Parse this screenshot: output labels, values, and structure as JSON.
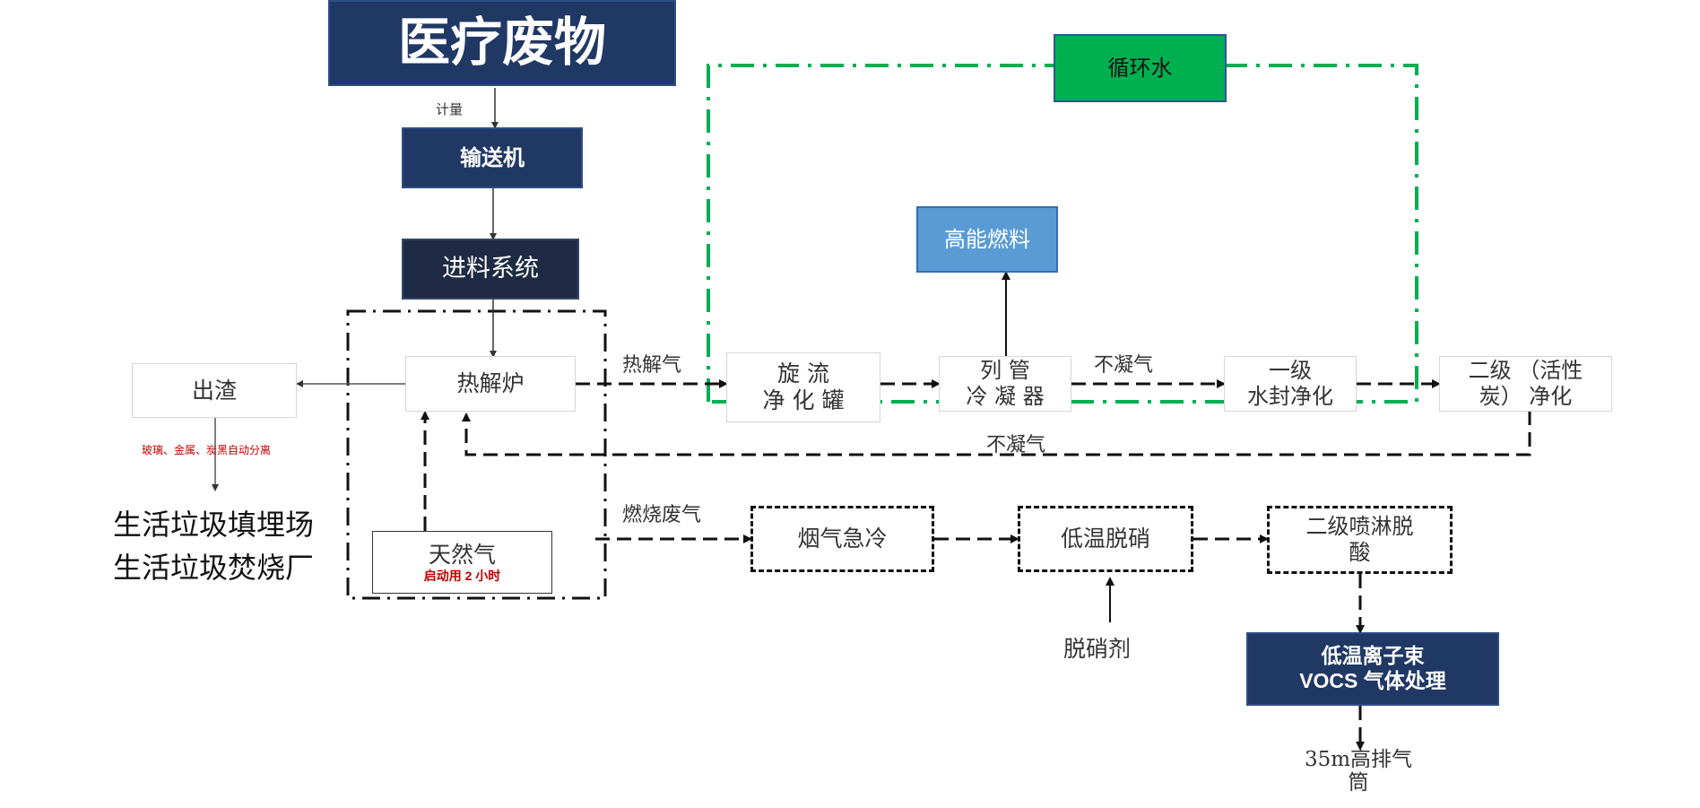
{
  "title": "医疗废物",
  "nodes": {
    "conveyor": "输送机",
    "feed_system": "进料系统",
    "pyrolysis_furnace": "热解炉",
    "slag": "出渣",
    "cyclone_tank": [
      "旋 流",
      "净 化 罐"
    ],
    "tube_condenser": [
      "列 管",
      "冷 凝 器"
    ],
    "primary_water_seal": [
      "一级",
      "水封净化"
    ],
    "secondary_carbon": [
      "二级 （活性",
      "炭） 净化"
    ],
    "high_energy_fuel": "高能燃料",
    "circulating_water": "循环水",
    "natural_gas": "天然气",
    "natural_gas_note": "启动用 2 小时",
    "flue_quench": "烟气急冷",
    "low_temp_denitration": "低温脱硝",
    "secondary_spray_deacid": [
      "二级喷淋脱",
      "酸"
    ],
    "vocs_treatment": [
      "低温离子束",
      "VOCS 气体处理"
    ],
    "stack": [
      "35m高排气",
      "筒"
    ]
  },
  "labels": {
    "metering": "计量",
    "pyrolysis_gas": "热解气",
    "non_condensable_1": "不凝气",
    "non_condensable_2": "不凝气",
    "combustion_exhaust": "燃烧废气",
    "denitration_agent": "脱硝剂",
    "separation_note": "玻璃、金属、炭黑自动分离",
    "landfill": "生活垃圾填埋场",
    "incineration": "生活垃圾焚烧厂"
  },
  "colors": {
    "navy": "#203864",
    "green": "#00b050",
    "blue": "#5b9bd5",
    "red": "#c00000",
    "green_loop": "#00b050"
  }
}
